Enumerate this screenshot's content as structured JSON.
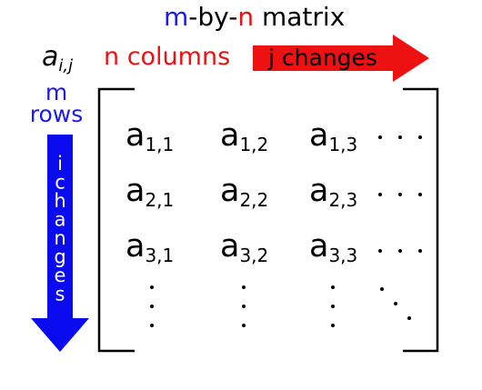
{
  "title": {
    "m": "m",
    "by": "-by-",
    "n": "n",
    "rest": " matrix"
  },
  "element_label": {
    "base": "a",
    "sub": "i,j"
  },
  "columns_label": "n columns",
  "rows_label": {
    "line1": "m",
    "line2": "rows"
  },
  "column_arrow_label": "j changes",
  "row_arrow_label": [
    "i",
    "c",
    "h",
    "a",
    "n",
    "g",
    "e",
    "s"
  ],
  "entries": [
    [
      {
        "base": "a",
        "sub": "1,1"
      },
      {
        "base": "a",
        "sub": "1,2"
      },
      {
        "base": "a",
        "sub": "1,3"
      }
    ],
    [
      {
        "base": "a",
        "sub": "2,1"
      },
      {
        "base": "a",
        "sub": "2,2"
      },
      {
        "base": "a",
        "sub": "2,3"
      }
    ],
    [
      {
        "base": "a",
        "sub": "3,1"
      },
      {
        "base": "a",
        "sub": "3,2"
      },
      {
        "base": "a",
        "sub": "3,3"
      }
    ]
  ],
  "colors": {
    "m": "#1a1aee",
    "n": "#ee1111",
    "arrow_red": "#ee1111",
    "arrow_blue": "#0a0aee"
  }
}
